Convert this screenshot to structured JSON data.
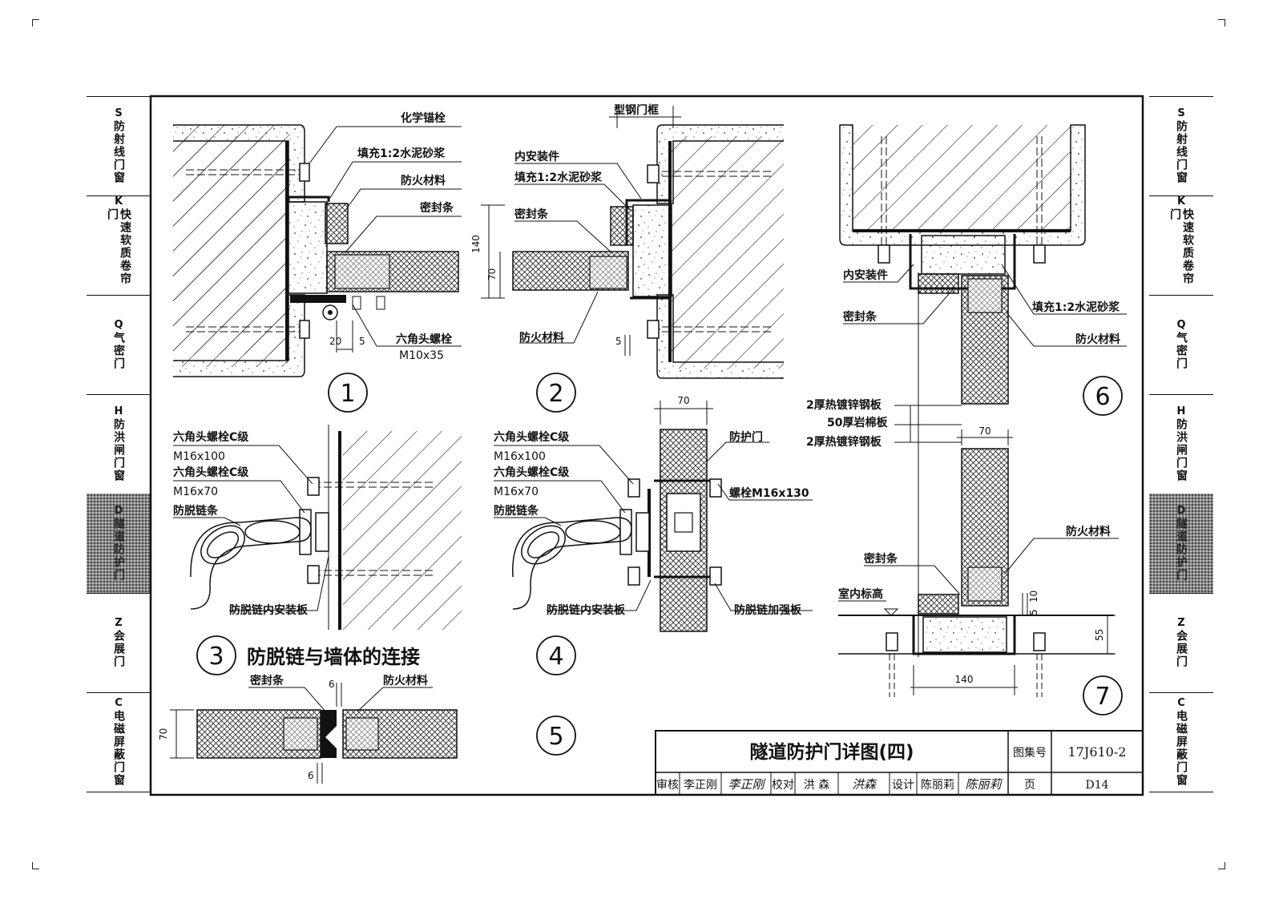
{
  "side_tabs": [
    {
      "code": "S",
      "text": "防射线门窗",
      "active": false
    },
    {
      "code": "K",
      "text": "快速软质卷帘门",
      "active": false
    },
    {
      "code": "Q",
      "text": "气密门",
      "active": false
    },
    {
      "code": "H",
      "text": "防洪闸门窗",
      "active": false
    },
    {
      "code": "D",
      "text": "隧道防护门",
      "active": true
    },
    {
      "code": "Z",
      "text": "会展门",
      "active": false
    },
    {
      "code": "C",
      "text": "电磁屏蔽门窗",
      "active": false
    }
  ],
  "detail1": {
    "labels": {
      "chemical_anchor": "化学锚栓",
      "fill_mortar": "填充1:2水泥砂浆",
      "fire_material": "防火材料",
      "seal_strip": "密封条",
      "hex_bolt": "六角头螺栓",
      "bolt_size": "M10x35"
    },
    "dims": {
      "d20": "20",
      "d5": "5"
    },
    "number": "1"
  },
  "detail2": {
    "labels": {
      "steel_frame": "型钢门框",
      "inner_fitting": "内安装件",
      "fill_mortar": "填充1:2水泥砂浆",
      "seal_strip": "密封条",
      "fire_material": "防火材料"
    },
    "dims": {
      "d140": "140",
      "d70": "70",
      "d5": "5"
    },
    "number": "2"
  },
  "detail3": {
    "labels": {
      "bolt_c_1": "六角头螺栓C级",
      "bolt_c_1_size": "M16x100",
      "bolt_c_2": "六角头螺栓C级",
      "bolt_c_2_size": "M16x70",
      "chain": "防脱链条",
      "chain_plate": "防脱链内安装板"
    },
    "caption": "防脱链与墙体的连接",
    "number": "3"
  },
  "detail4": {
    "labels": {
      "bolt_c_1": "六角头螺栓C级",
      "bolt_c_1_size": "M16x100",
      "bolt_c_2": "六角头螺栓C级",
      "bolt_c_2_size": "M16x70",
      "chain": "防脱链条",
      "protect_door": "防护门",
      "bolt_130": "螺栓M16x130",
      "chain_plate": "防脱链内安装板",
      "chain_reinforce": "防脱链加强板"
    },
    "dims": {
      "d70": "70"
    },
    "number": "4"
  },
  "detail5": {
    "labels": {
      "seal_strip": "密封条",
      "fire_material": "防火材料"
    },
    "dims": {
      "d6_top": "6",
      "d70": "70",
      "d6_bottom": "6"
    },
    "number": "5"
  },
  "detail6": {
    "labels": {
      "inner_fitting": "内安装件",
      "seal_strip": "密封条",
      "fill_mortar": "填充1:2水泥砂浆",
      "fire_material": "防火材料",
      "steel_plate_1": "2厚热镀锌钢板",
      "rock_wool": "50厚岩棉板",
      "steel_plate_2": "2厚热镀锌钢板"
    },
    "dims": {
      "d70": "70"
    },
    "number": "6"
  },
  "detail7": {
    "labels": {
      "fire_material": "防火材料",
      "seal_strip": "密封条",
      "indoor_level": "室内标高"
    },
    "dims": {
      "d10": "10",
      "d5": "5",
      "d55": "55",
      "d140": "140"
    },
    "number": "7"
  },
  "title_block": {
    "title": "隧道防护门详图(四)",
    "atlas_label": "图集号",
    "atlas_no": "17J610-2",
    "review_label": "审核",
    "reviewer": "李正刚",
    "review_sig": "李正刚",
    "check_label": "校对",
    "checker": "洪  森",
    "check_sig": "洪森",
    "design_label": "设计",
    "designer": "陈丽莉",
    "design_sig": "陈丽莉",
    "page_label": "页",
    "page_no": "D14"
  }
}
